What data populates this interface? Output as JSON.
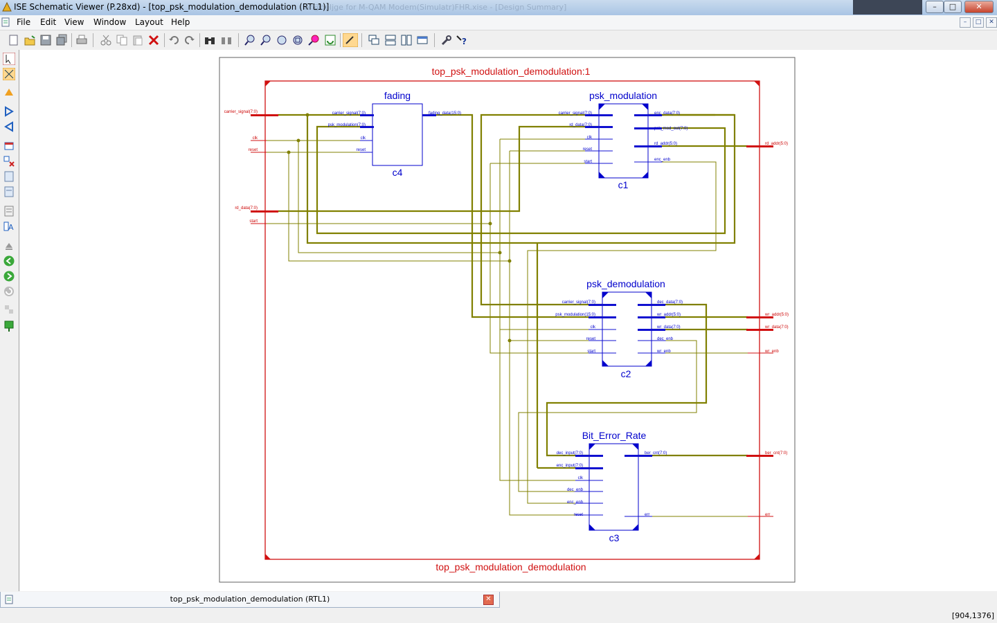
{
  "window": {
    "title": "ISE Schematic Viewer (P.28xd) - [top_psk_modulation_demodulation (RTL1)]",
    "background_text": "ar@beljge for M-QAM Modem(Simulatr)FHR.xise - [Design Summary]",
    "minimize": "–",
    "restore": "□",
    "close": "✕"
  },
  "menu": {
    "items": [
      "File",
      "Edit",
      "View",
      "Window",
      "Layout",
      "Help"
    ],
    "mdi_minimize": "–",
    "mdi_restore": "□",
    "mdi_close": "✕"
  },
  "toolbar": {
    "icons": [
      "new-icon",
      "open-icon",
      "save-icon",
      "save-all-icon",
      "print-icon",
      "cut-icon",
      "copy-icon",
      "paste-icon",
      "delete-icon",
      "undo-icon",
      "redo-icon",
      "find-icon",
      "find-next-icon",
      "zoom-in-icon",
      "zoom-out-icon",
      "zoom-full-icon",
      "zoom-to-box-icon",
      "zoom-selected-icon",
      "refresh-icon",
      "select-mode-icon",
      "cascade-icon",
      "tile-horizontal-icon",
      "tile-vertical-icon",
      "arrange-icon",
      "properties-wrench-icon",
      "help-icon"
    ]
  },
  "left_toolbar": {
    "icons": [
      "select-arrow-icon",
      "net-select-icon",
      "highlight-icon",
      "expand-input-icon",
      "expand-output-icon",
      "view-symbol-icon",
      "remove-icon",
      "push-into-icon",
      "pop-icon",
      "report-icon",
      "text-label-icon",
      "move-up-icon",
      "back-icon",
      "forward-icon",
      "reload-icon",
      "hide-icon",
      "run-icon"
    ]
  },
  "schematic": {
    "outer_label": "top_psk_modulation_demodulation:1",
    "inner_label": "top_psk_modulation_demodulation",
    "top_inputs": [
      {
        "name": "carrier_signal(7:0)"
      },
      {
        "name": "clk"
      },
      {
        "name": "reset"
      },
      {
        "name": "rd_data(7:0)"
      },
      {
        "name": "start"
      }
    ],
    "top_outputs": [
      {
        "name": "rd_addr(5:0)"
      },
      {
        "name": "wr_addr(5:0)"
      },
      {
        "name": "wr_data(7:0)"
      },
      {
        "name": "wr_enb"
      },
      {
        "name": "ber_cnt(7:0)"
      },
      {
        "name": "err"
      }
    ],
    "blocks": {
      "fading": {
        "title": "fading",
        "instance": "c4",
        "inputs": [
          "carrier_signal(7:0)",
          "psk_modulation(7:0)",
          "clk",
          "reset"
        ],
        "outputs": [
          "fading_data(15:0)"
        ]
      },
      "mod": {
        "title": "psk_modulation",
        "instance": "c1",
        "inputs": [
          "carrier_signal(7:0)",
          "rd_data(7:0)",
          "clk",
          "reset",
          "start"
        ],
        "outputs": [
          "enc_data(7:0)",
          "psk_mod_out(7:0)",
          "rd_addr(5:0)",
          "enc_enb"
        ]
      },
      "demod": {
        "title": "psk_demodulation",
        "instance": "c2",
        "inputs": [
          "carrier_signal(7:0)",
          "psk_modulation(15:0)",
          "clk",
          "reset",
          "start"
        ],
        "outputs": [
          "dec_data(7:0)",
          "wr_addr(5:0)",
          "wr_data(7:0)",
          "dec_enb",
          "wr_enb"
        ]
      },
      "ber": {
        "title": "Bit_Error_Rate",
        "instance": "c3",
        "inputs": [
          "dec_input(7:0)",
          "enc_input(7:0)",
          "clk",
          "dec_enb",
          "enc_enb",
          "reset"
        ],
        "outputs": [
          "ber_cnt(7:0)",
          "err"
        ]
      }
    }
  },
  "bottom_tab": {
    "label": "top_psk_modulation_demodulation (RTL1)",
    "close": "✕"
  },
  "status": {
    "coords": "[904,1376]"
  },
  "colors": {
    "wire": "#808000",
    "block": "#0000cc",
    "port_label": "#cc0000",
    "frame": "#dd0000",
    "bus": "#1010d0"
  }
}
